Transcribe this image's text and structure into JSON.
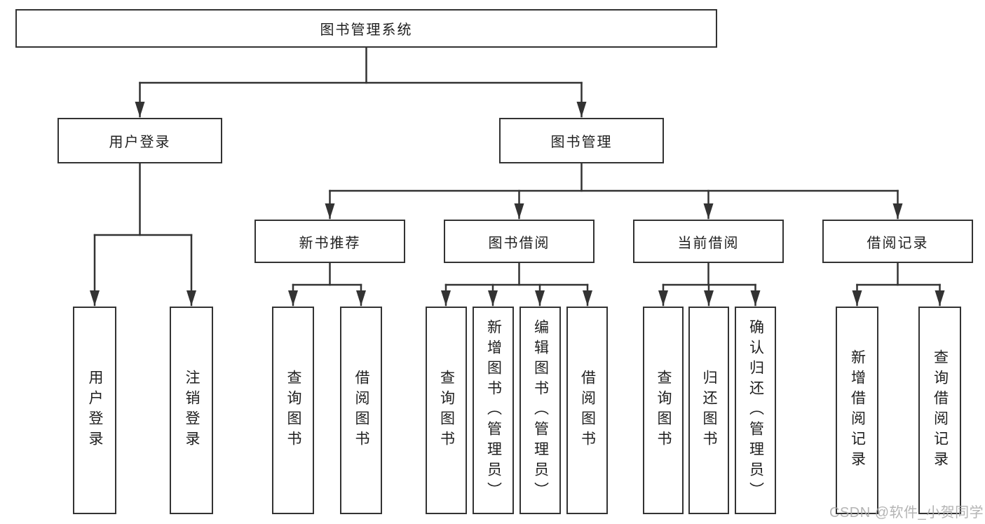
{
  "colors": {
    "line": "#333333",
    "box_border": "#333333",
    "box_background": "#ffffff",
    "text": "#1f1f1f",
    "watermark": "#a8a8a8",
    "page_background": "#ffffff"
  },
  "tree": {
    "root": "图书管理系统",
    "children": [
      {
        "label": "用户登录",
        "children": [
          "用户登录",
          "注销登录"
        ]
      },
      {
        "label": "图书管理",
        "children": [
          {
            "label": "新书推荐",
            "children": [
              "查询图书",
              "借阅图书"
            ]
          },
          {
            "label": "图书借阅",
            "children": [
              "查询图书",
              "新增图书（管理员）",
              "编辑图书（管理员）",
              "借阅图书"
            ]
          },
          {
            "label": "当前借阅",
            "children": [
              "查询图书",
              "归还图书",
              "确认归还（管理员）"
            ]
          },
          {
            "label": "借阅记录",
            "children": [
              "新增借阅记录",
              "查询借阅记录"
            ]
          }
        ]
      }
    ]
  },
  "watermark": {
    "text": "CSDN @软件_小贺同学"
  }
}
